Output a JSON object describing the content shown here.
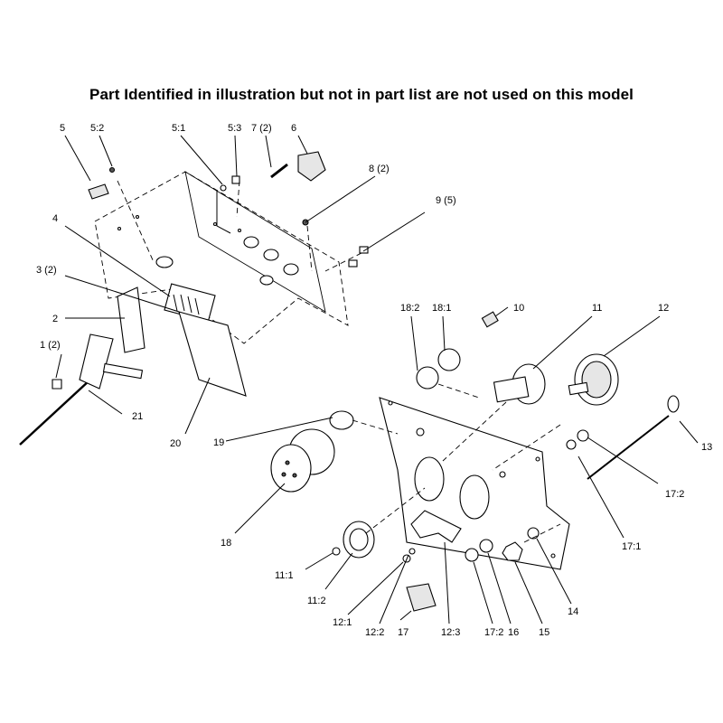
{
  "title": "Part Identified in illustration but not in part list are not used on this model",
  "labels": {
    "l5": "5",
    "l5_2": "5:2",
    "l5_1": "5:1",
    "l5_3": "5:3",
    "l7": "7 (2)",
    "l6": "6",
    "l8": "8 (2)",
    "l9": "9 (5)",
    "l4": "4",
    "l3": "3 (2)",
    "l2": "2",
    "l1": "1 (2)",
    "l21": "21",
    "l20": "20",
    "l18_2": "18:2",
    "l18_1": "18:1",
    "l10": "10",
    "l11": "11",
    "l12": "12",
    "l19": "19",
    "l13": "13",
    "l17_2a": "17:2",
    "l17_1": "17:1",
    "l18": "18",
    "l11_1": "11:1",
    "l11_2": "11:2",
    "l12_1": "12:1",
    "l12_2": "12:2",
    "l17": "17",
    "l12_3": "12:3",
    "l17_2b": "17:2",
    "l16": "16",
    "l15": "15",
    "l14": "14"
  }
}
